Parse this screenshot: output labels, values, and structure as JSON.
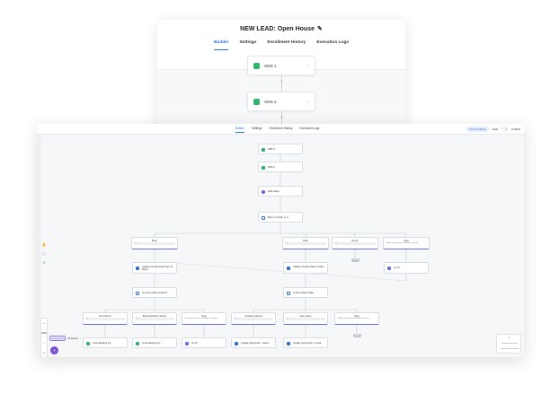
{
  "back_window": {
    "title": "NEW LEAD: Open House",
    "edit_icon": "pencil-icon",
    "tabs": [
      "Builder",
      "Settings",
      "Enrollment History",
      "Execution Logs"
    ],
    "active_tab": "Builder",
    "nodes": [
      "SMS 1",
      "SMS 2"
    ]
  },
  "main_window": {
    "tabs": [
      "Builder",
      "Settings",
      "Enrollment History",
      "Execution Logs"
    ],
    "active_tab": "Builder",
    "test_workflow_label": "Test Workflow",
    "draft_label": "Draft",
    "publish_label": "Publish",
    "colors": {
      "accent": "#2f6fde",
      "branch_line": "#6b6ee8",
      "sms": "#2fb56b",
      "wait": "#7a4fd6",
      "update": "#2f6fde",
      "task": "#e08a2f"
    },
    "flow": {
      "sms3": "SMS 3",
      "sms4": "SMS 4",
      "wait": "Wait 2days",
      "ifelse": "Buyer or Seller or p...",
      "branches": [
        {
          "title": "Buyer",
          "sub": "C..."
        },
        {
          "title": "Seller",
          "sub": "C..."
        },
        {
          "title": "Renter",
          "sub": "C..."
        },
        {
          "title": "None",
          "sub": "Make none of the conditions are met"
        }
      ],
      "update_buyer": "Update Contact Field Type To Buyer",
      "update_seller": "Update Contact Field to Seller",
      "buyer_ready": "Is it buy ready prospect?",
      "seller_ready": "Is there Seller Seller",
      "end_pill": "END",
      "goto": "Go To",
      "level3_branches": [
        {
          "title": "Not a Renter",
          "sub": "C..."
        },
        {
          "title": "Book Next Best 4 Renter",
          "sub": "C..."
        },
        {
          "title": "None",
          "sub": "If met none of the conditions a be bee"
        },
        {
          "title": "Pending to Renter",
          "sub": "C..."
        },
        {
          "title": "Last Lookup",
          "sub": "C..."
        },
        {
          "title": "None",
          "sub": "Make none of the conditions are met"
        }
      ],
      "level4_nodes": [
        "Invite Meeting Inv...",
        "Invite Meeting Inv...",
        "Go To",
        "Update Opportunit... status",
        "Update Opportunit-> 2 task"
      ]
    },
    "controls": {
      "zoom_in": "+",
      "zoom_level": "100%",
      "zoom_out": "−",
      "fit": "⤢",
      "suggestion_label": "Suggestions",
      "all_label": "All actions",
      "fab_icon": "sparkle-icon"
    }
  }
}
